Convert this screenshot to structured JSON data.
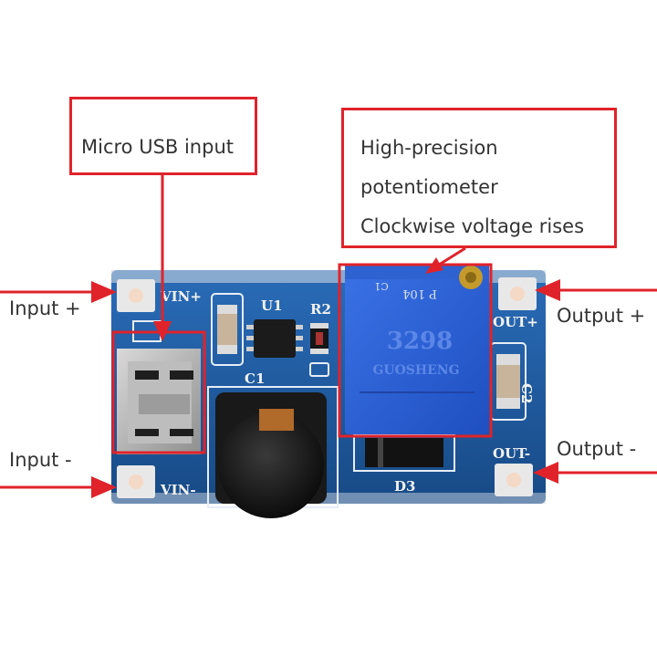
{
  "callouts": {
    "usb": "Micro USB input",
    "pot_line1": "High-precision",
    "pot_line2": "potentiometer",
    "pot_line3": "Clockwise voltage rises"
  },
  "labels": {
    "input_plus": "Input +",
    "input_minus": "Input  -",
    "output_plus": "Output +",
    "output_minus": "Output -"
  },
  "silkscreen": {
    "vin_plus": "VIN+",
    "vin_minus": "VIN-",
    "out_plus": "OUT+",
    "out_minus": "OUT-",
    "u1": "U1",
    "r2": "R2",
    "c1": "C1",
    "c2": "C2",
    "d3": "D3"
  },
  "potentiometer": {
    "model": "3298",
    "brand": "GUOSHENG",
    "code": "P 104",
    "sub": "C1"
  },
  "colors": {
    "annotation_red": "#e0232a",
    "pcb_blue": "#1f5fa8",
    "pot_blue": "#2b5fd6"
  }
}
